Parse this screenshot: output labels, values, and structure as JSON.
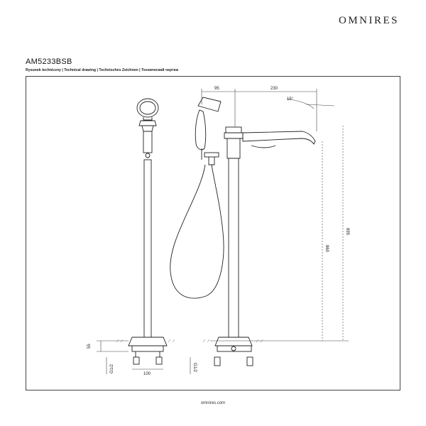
{
  "header": {
    "brand": "OMNIRES",
    "product_code": "AM5233BSB",
    "subtitle": "Rysunek techniczny | Technical drawing | Technisches Zeichnen | Технический чертеж"
  },
  "dimensions": {
    "d95": "95",
    "d230": "230",
    "angle": "15°",
    "d860": "860",
    "d895": "895",
    "d55": "55",
    "d100": "100",
    "g12_left": "G1/2",
    "g12_right": "G1/2"
  },
  "footer": {
    "url": "omnires.com"
  }
}
